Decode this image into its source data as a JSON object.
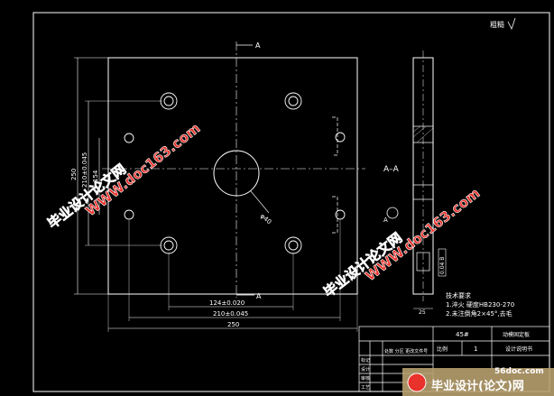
{
  "drawing": {
    "roughness_note": "粗糙",
    "section_label_top": "A",
    "section_label_bottom": "A",
    "section_view_title": "A–A",
    "section_arrow_left": "A",
    "dims": {
      "height_outer": "250",
      "height_inner": "210±0.045",
      "height_mid": "154",
      "width_outer": "250",
      "width_mid": "210±0.045",
      "width_inner": "124±0.020",
      "center_hole": "φ40",
      "side_thickness": "25",
      "side_callout": "0.04 B"
    },
    "tech_requirements": {
      "title": "技术要求",
      "items": [
        "1.淬火 硬度HB230-270",
        "2.未注倒角2×45°,去毛"
      ]
    },
    "title_block": {
      "material": "45#",
      "part_name": "动模固定板",
      "scale_label": "比例",
      "scale_value": "1",
      "drawing_no": "设计说明书",
      "row_labels": [
        "标记",
        "设计",
        "审核",
        "工艺"
      ],
      "row_header": "处数 分区 更改文件号"
    }
  },
  "watermarks": {
    "site_line": "WWW.doc163.com",
    "brand": "毕业设计论文网",
    "site_url": "56doc.com",
    "footer_brand": "毕业设计(论文)网"
  },
  "colors": {
    "background": "#000000",
    "line": "#ffffff",
    "watermark_red": "#e8322b",
    "watermark_white": "#ffffff",
    "footer_bg": "#b7a06f"
  }
}
